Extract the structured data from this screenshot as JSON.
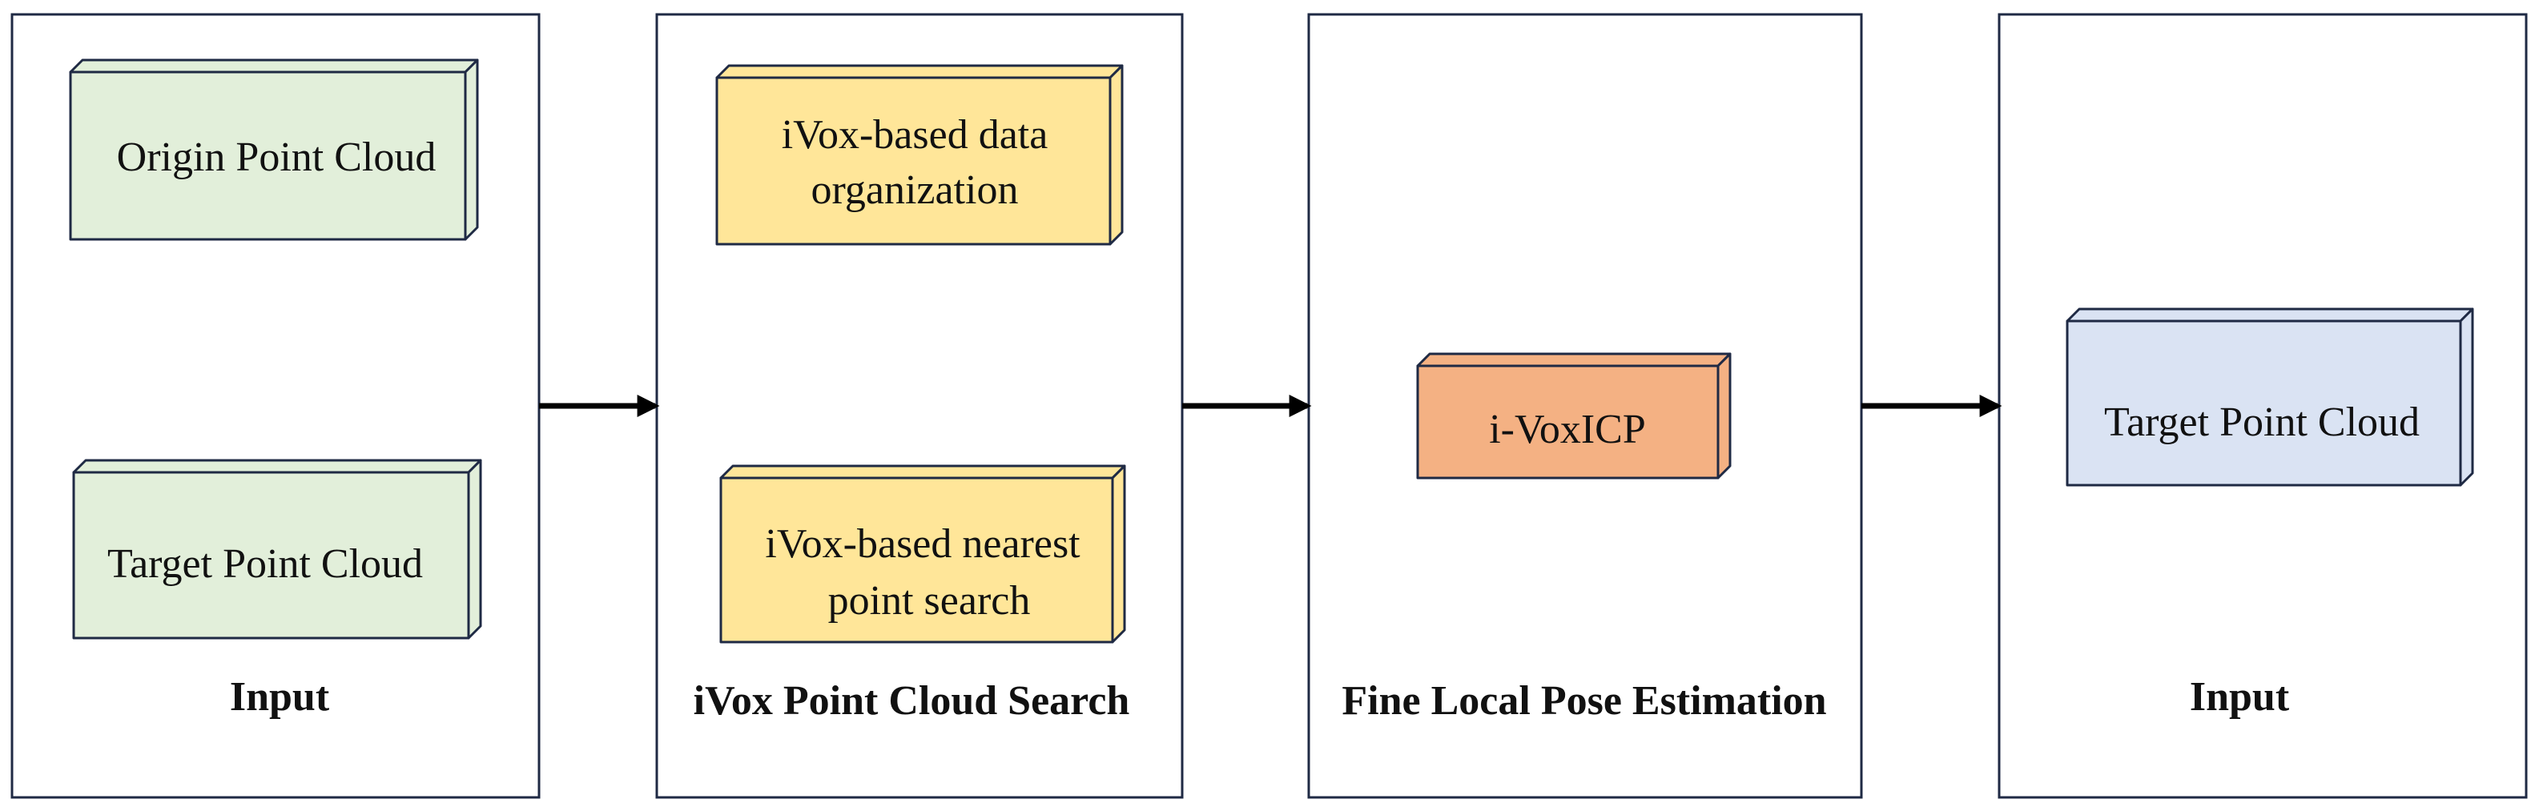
{
  "colors": {
    "stroke": "#1f2a44",
    "green_box": "#e2efda",
    "yellow_box": "#ffe699",
    "orange_box": "#f4b183",
    "blue_box": "#dae3f3",
    "arrow": "#000000"
  },
  "stages": [
    {
      "label": "Input",
      "boxes": [
        {
          "lines": [
            "Origin Point Cloud"
          ],
          "color": "#e2efda"
        },
        {
          "lines": [
            "Target Point Cloud"
          ],
          "color": "#e2efda"
        }
      ]
    },
    {
      "label": "iVox Point Cloud Search",
      "boxes": [
        {
          "lines": [
            "iVox-based data",
            "organization"
          ],
          "color": "#ffe699"
        },
        {
          "lines": [
            "iVox-based nearest",
            "point search"
          ],
          "color": "#ffe699"
        }
      ]
    },
    {
      "label": "Fine Local Pose Estimation",
      "boxes": [
        {
          "lines": [
            "i-VoxICP"
          ],
          "color": "#f4b183"
        }
      ]
    },
    {
      "label": "Input",
      "boxes": [
        {
          "lines": [
            "Target Point Cloud"
          ],
          "color": "#dae3f3"
        }
      ]
    }
  ]
}
